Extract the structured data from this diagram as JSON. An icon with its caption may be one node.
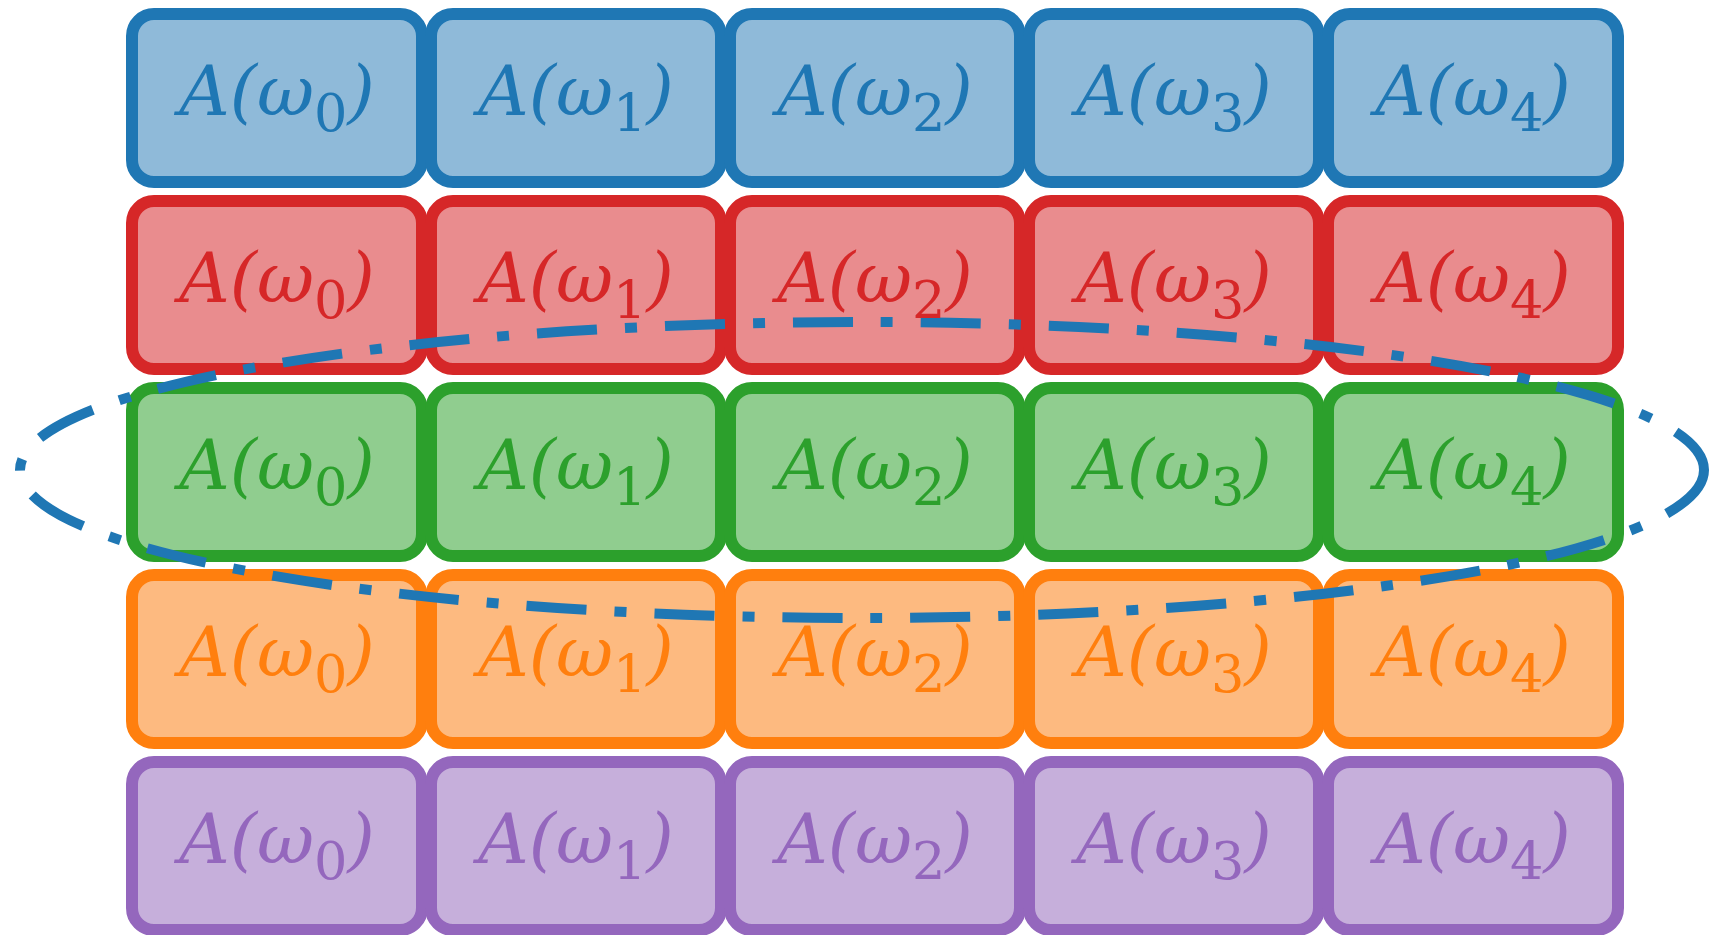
{
  "diagram": {
    "nodes": [
      {
        "text": [
          "A(ω$_{0}$)"
        ]
      },
      {
        "text": [
          "A(ω$_{1}$)"
        ]
      },
      {
        "text": [
          "A(ω$_{2}$)"
        ]
      },
      {
        "text": [
          "A(ω$_{3}$)"
        ]
      },
      {
        "text": [
          "A(ω$_{4}$)"
        ]
      },
      {
        "text": [
          "A(ω$_{0}$)"
        ]
      },
      {
        "text": [
          "A(ω$_{1}$)"
        ]
      },
      {
        "text": [
          "A(ω$_{2}$)"
        ]
      },
      {
        "text": [
          "A(ω$_{3}$)"
        ]
      },
      {
        "text": [
          "A(ω$_{4}$)"
        ]
      },
      {
        "text": [
          "A(ω$_{0}$)"
        ]
      },
      {
        "text": [
          "A(ω$_{1}$)"
        ]
      },
      {
        "text": [
          "A(ω$_{2}$)"
        ]
      },
      {
        "text": [
          "A(ω$_{3}$)"
        ]
      },
      {
        "text": [
          "A(ω$_{4}$)"
        ]
      },
      {
        "text": [
          "A(ω$_{0}$)"
        ]
      },
      {
        "text": [
          "A(ω$_{1}$)"
        ]
      },
      {
        "text": [
          "A(ω$_{2}$)"
        ]
      },
      {
        "text": [
          "A(ω$_{3}$)"
        ]
      },
      {
        "text": [
          "A(ω$_{4}$)"
        ]
      },
      {
        "text": [
          "A(ω$_{0}$)"
        ]
      },
      {
        "text": [
          "A(ω$_{1}$)"
        ]
      },
      {
        "text": [
          "A(ω$_{2}$)"
        ]
      },
      {
        "text": [
          "A(ω$_{3}$)"
        ]
      },
      {
        "text": [
          "A(ω$_{4}$)"
        ]
      }
    ]
  }
}
